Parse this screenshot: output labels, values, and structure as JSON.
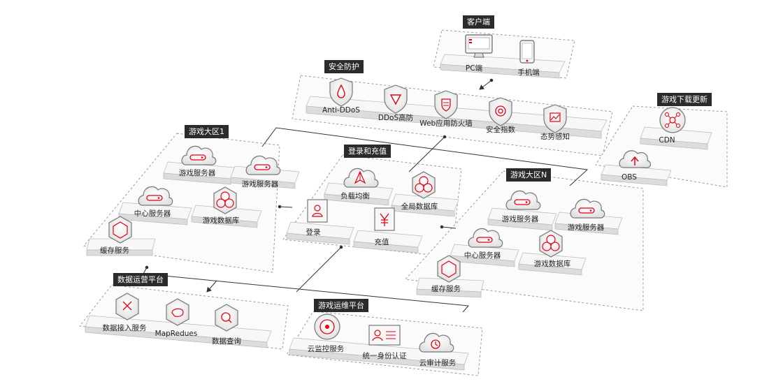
{
  "groups": {
    "client": {
      "title": "客户端",
      "pc": "PC端",
      "mobile": "手机端"
    },
    "security": {
      "title": "安全防护",
      "anti_ddos": "Anti-DDoS",
      "ddos_high": "DDoS高防",
      "waf": "Web应用防火墙",
      "security_index": "安全指数",
      "situation": "态势感知"
    },
    "download": {
      "title": "游戏下载更新",
      "cdn": "CDN",
      "obs": "OBS"
    },
    "zone1": {
      "title": "游戏大区1",
      "game_server_1": "游戏服务器",
      "game_server_2": "游戏服务器",
      "center_server": "中心服务器",
      "game_db": "游戏数据库",
      "cache": "缓存服务"
    },
    "login": {
      "title": "登录和充值",
      "lb": "负载均衡",
      "global_db": "全局数据库",
      "login": "登录",
      "recharge": "充值"
    },
    "zoneN": {
      "title": "游戏大区N",
      "game_server_1": "游戏服务器",
      "game_server_2": "游戏服务器",
      "center_server": "中心服务器",
      "game_db": "游戏数据库",
      "cache": "缓存服务"
    },
    "data_ops": {
      "title": "数据运营平台",
      "ingest": "数据接入服务",
      "mapreduce": "MapRedues",
      "query": "数据查询"
    },
    "game_ops": {
      "title": "游戏运维平台",
      "monitor": "云监控服务",
      "iam": "统一身份认证",
      "audit": "云审计服务"
    }
  },
  "colors": {
    "accent": "#e60012",
    "title_bg": "#2b2b2b",
    "platform_top": "#f7f7f7",
    "platform_side": "#dcdcdc",
    "group_border": "#9a9a9a"
  },
  "icons": [
    "monitor-icon",
    "mobile-phone-icon",
    "shield-icon",
    "cloud-server-icon",
    "hexagon-database-icon",
    "hexagon-cache-icon",
    "user-card-icon",
    "yen-icon",
    "network-nodes-icon",
    "upload-icon"
  ]
}
